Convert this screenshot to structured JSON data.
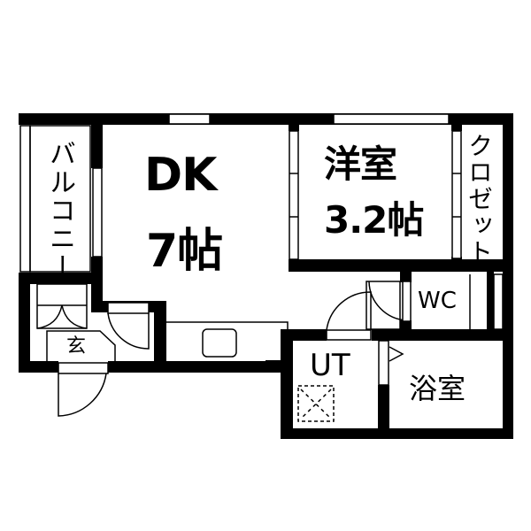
{
  "floor_plan": {
    "rooms": [
      {
        "id": "dk",
        "label": "DK",
        "size": "7帖"
      },
      {
        "id": "western-room",
        "label": "洋室",
        "size": "3.2帖"
      },
      {
        "id": "closet",
        "label": "クロゼット"
      },
      {
        "id": "balcony",
        "label": "バルコニー"
      },
      {
        "id": "entrance",
        "label": "玄"
      },
      {
        "id": "toilet",
        "label": "WC"
      },
      {
        "id": "utility",
        "label": "UT"
      },
      {
        "id": "bathroom",
        "label": "浴室"
      }
    ],
    "colors": {
      "wall": "#000000",
      "background": "#ffffff"
    }
  }
}
